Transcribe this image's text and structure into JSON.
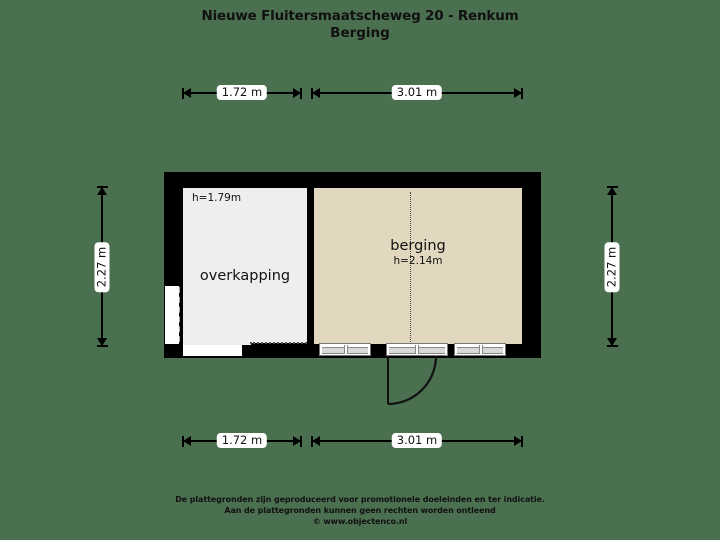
{
  "title": {
    "line1": "Nieuwe Fluitersmaatscheweg 20 - Renkum",
    "line2": "Berging"
  },
  "dimensions": {
    "top_left": "1.72 m",
    "top_right": "3.01 m",
    "bottom_left": "1.72 m",
    "bottom_right": "3.01 m",
    "left_side": "2.27 m",
    "right_side": "2.27 m"
  },
  "rooms": [
    {
      "key": "overkapping",
      "name": "overkapping",
      "height_label": "h=1.79m",
      "fill": "#eeeeee"
    },
    {
      "key": "berging",
      "name": "berging",
      "height_label": "h=2.14m",
      "fill": "#e2d8bf"
    }
  ],
  "colors": {
    "background": "#4a7050",
    "wall": "#000000",
    "overkapping_fill": "#eeeeee",
    "berging_fill": "#e2d8bf",
    "text": "#111111"
  },
  "footer": {
    "line1": "De plattegronden zijn geproduceerd voor promotionele doeleinden en ter indicatie.",
    "line2": "Aan de plattegronden kunnen geen rechten worden ontleend",
    "line3": "© www.objectenco.nl"
  }
}
